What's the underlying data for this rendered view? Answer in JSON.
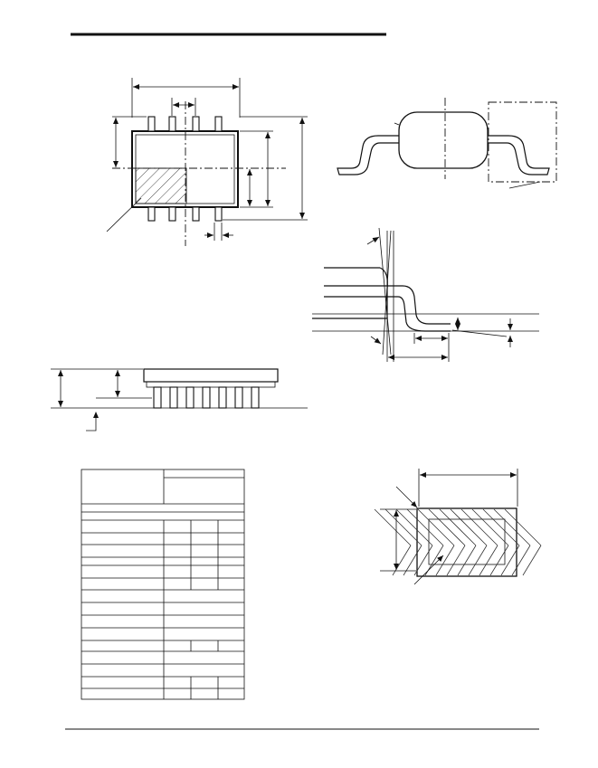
{
  "page": {
    "background": "#ffffff",
    "ink": "#111111"
  },
  "figures": [
    {
      "id": "top-view",
      "description_name": "package-top-view"
    },
    {
      "id": "side-profile",
      "description_name": "package-side-profile"
    },
    {
      "id": "lead-detail",
      "description_name": "lead-form-detail"
    },
    {
      "id": "side-view",
      "description_name": "package-side-view"
    },
    {
      "id": "dimension-table",
      "description_name": "dimension-table"
    },
    {
      "id": "cross-section",
      "description_name": "lead-cross-section"
    }
  ],
  "table": {
    "rows": 15,
    "columns": 4
  }
}
